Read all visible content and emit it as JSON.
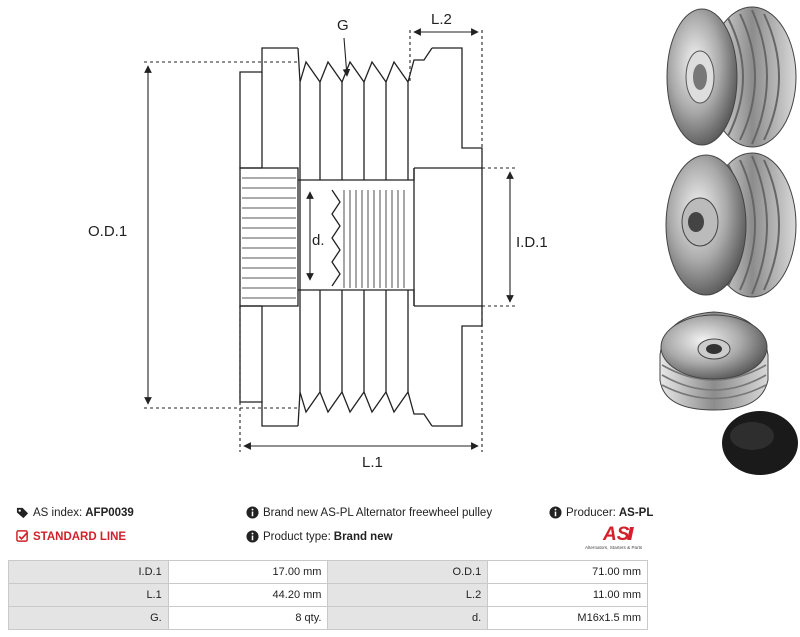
{
  "drawing": {
    "labels": {
      "g": "G",
      "l2": "L.2",
      "od1": "O.D.1",
      "id1": "I.D.1",
      "d": "d.",
      "l1": "L.1"
    }
  },
  "info": {
    "as_index_label": "AS index:",
    "as_index_value": "AFP0039",
    "description": "Brand new AS-PL Alternator freewheel pulley",
    "producer_label": "Producer:",
    "producer_value": "AS-PL",
    "standard_line": "STANDARD LINE",
    "product_type_label": "Product type:",
    "product_type_value": "Brand new"
  },
  "logo": {
    "mark": "AS",
    "tagline": "Alternators, Starters & Parts"
  },
  "specs": [
    {
      "label_a": "I.D.1",
      "value_a": "17.00 mm",
      "label_b": "O.D.1",
      "value_b": "71.00 mm"
    },
    {
      "label_a": "L.1",
      "value_a": "44.20 mm",
      "label_b": "L.2",
      "value_b": "11.00 mm"
    },
    {
      "label_a": "G.",
      "value_a": "8 qty.",
      "label_b": "d.",
      "value_b": "M16x1.5 mm"
    }
  ],
  "colors": {
    "accent": "#d3202a",
    "table_label_bg": "#e4e4e4",
    "table_border": "#c9c9c9"
  }
}
